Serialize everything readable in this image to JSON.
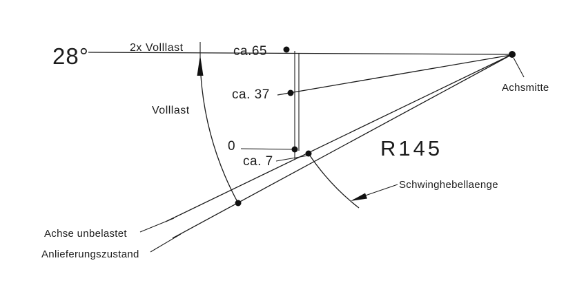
{
  "labels": {
    "angle": "28°",
    "two_x_volllast": "2x Volllast",
    "ca65": "ca.65",
    "ca37": "ca. 37",
    "volllast": "Volllast",
    "zero": "0",
    "ca7": "ca. 7",
    "radius": "R145",
    "achsmitte": "Achsmitte",
    "schwinghebellaenge": "Schwinghebellaenge",
    "achse_unbelastet": "Achse unbelastet",
    "anlieferungszustand": "Anlieferungszustand"
  },
  "measurements": {
    "swing_angle_deg": 28,
    "deflection_2x_volllast_mm": "ca.65",
    "deflection_volllast_mm": "ca. 37",
    "deflection_zero": "0",
    "unloaded_offset_mm": "ca. 7",
    "swing_lever_radius": "R145"
  },
  "colors": {
    "line": "#1c1c1c",
    "background": "#ffffff"
  }
}
